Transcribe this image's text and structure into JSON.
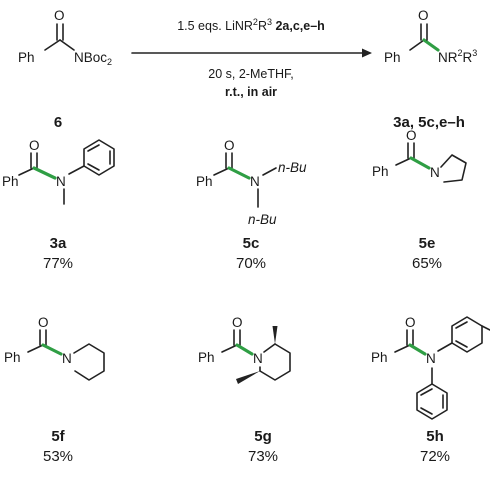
{
  "reaction": {
    "reactant_id": "6",
    "product_ids": "3a, 5c,e–h",
    "reagent_prefix": "1.5 eqs. LiNR",
    "reagent_sup1": "2",
    "reagent_mid": "R",
    "reagent_sup2": "3",
    "reagent_bold": "2a,c,e–h",
    "condition_line1": "20 s, 2-MeTHF,",
    "condition_line2": "r.t., in air",
    "reactant_ph": "Ph",
    "reactant_o": "O",
    "reactant_n": "NBoc",
    "reactant_sub": "2",
    "product_ph": "Ph",
    "product_o": "O",
    "product_n": "NR",
    "product_sup1": "2",
    "product_r": "R",
    "product_sup2": "3"
  },
  "atoms": {
    "o": "O",
    "n": "N",
    "ph": "Ph",
    "nbu": "n-Bu"
  },
  "compounds": [
    {
      "id": "3a",
      "yield": "77%"
    },
    {
      "id": "5c",
      "yield": "70%"
    },
    {
      "id": "5e",
      "yield": "65%"
    },
    {
      "id": "5f",
      "yield": "53%"
    },
    {
      "id": "5g",
      "yield": "73%"
    },
    {
      "id": "5h",
      "yield": "72%"
    }
  ],
  "colors": {
    "highlight_bond": "#2f9e44",
    "bond": "#222222"
  }
}
